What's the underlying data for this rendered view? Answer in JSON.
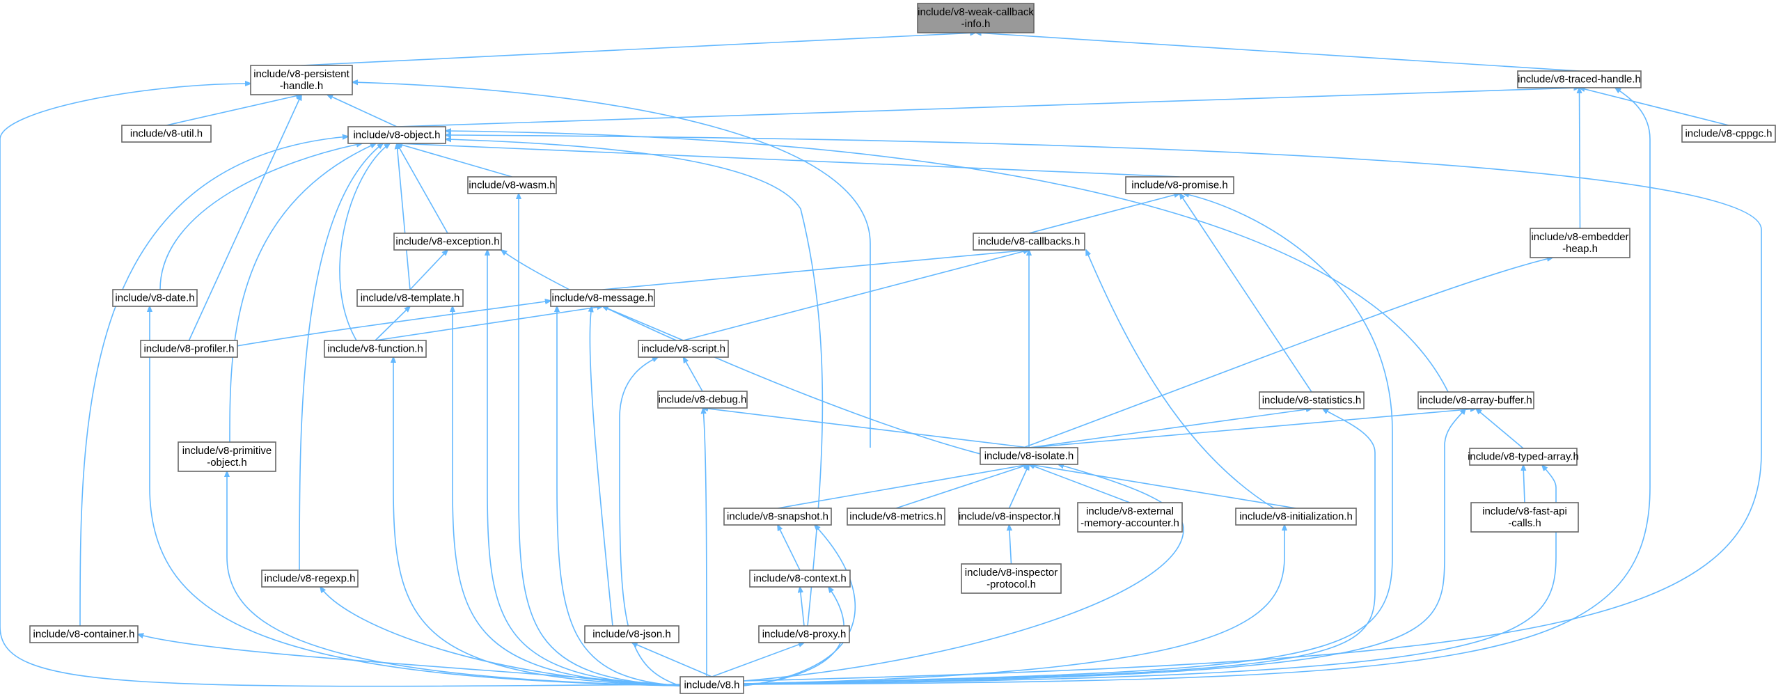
{
  "graph_title": "include/v8-weak-callback-info.h include dependency graph",
  "colors": {
    "edge": "#63b8ff",
    "node_border": "#666666",
    "root_fill": "#999999",
    "node_fill": "#ffffff"
  },
  "nodes": [
    {
      "id": "weak",
      "lines": [
        "include/v8-weak-callback",
        "-info.h"
      ],
      "root": true
    },
    {
      "id": "persistent",
      "lines": [
        "include/v8-persistent",
        "-handle.h"
      ]
    },
    {
      "id": "traced",
      "lines": [
        "include/v8-traced-handle.h"
      ]
    },
    {
      "id": "util",
      "lines": [
        "include/v8-util.h"
      ]
    },
    {
      "id": "object",
      "lines": [
        "include/v8-object.h"
      ]
    },
    {
      "id": "cppgc",
      "lines": [
        "include/v8-cppgc.h"
      ]
    },
    {
      "id": "wasm",
      "lines": [
        "include/v8-wasm.h"
      ]
    },
    {
      "id": "promise",
      "lines": [
        "include/v8-promise.h"
      ]
    },
    {
      "id": "exception",
      "lines": [
        "include/v8-exception.h"
      ]
    },
    {
      "id": "callbacks",
      "lines": [
        "include/v8-callbacks.h"
      ]
    },
    {
      "id": "embedder",
      "lines": [
        "include/v8-embedder",
        "-heap.h"
      ]
    },
    {
      "id": "date",
      "lines": [
        "include/v8-date.h"
      ]
    },
    {
      "id": "template",
      "lines": [
        "include/v8-template.h"
      ]
    },
    {
      "id": "message",
      "lines": [
        "include/v8-message.h"
      ]
    },
    {
      "id": "profiler",
      "lines": [
        "include/v8-profiler.h"
      ]
    },
    {
      "id": "function",
      "lines": [
        "include/v8-function.h"
      ]
    },
    {
      "id": "script",
      "lines": [
        "include/v8-script.h"
      ]
    },
    {
      "id": "debug",
      "lines": [
        "include/v8-debug.h"
      ]
    },
    {
      "id": "statistics",
      "lines": [
        "include/v8-statistics.h"
      ]
    },
    {
      "id": "arraybuffer",
      "lines": [
        "include/v8-array-buffer.h"
      ]
    },
    {
      "id": "primitive",
      "lines": [
        "include/v8-primitive",
        "-object.h"
      ]
    },
    {
      "id": "isolate",
      "lines": [
        "include/v8-isolate.h"
      ]
    },
    {
      "id": "typedarray",
      "lines": [
        "include/v8-typed-array.h"
      ]
    },
    {
      "id": "snapshot",
      "lines": [
        "include/v8-snapshot.h"
      ]
    },
    {
      "id": "metrics",
      "lines": [
        "include/v8-metrics.h"
      ]
    },
    {
      "id": "inspector",
      "lines": [
        "include/v8-inspector.h"
      ]
    },
    {
      "id": "external",
      "lines": [
        "include/v8-external",
        "-memory-accounter.h"
      ]
    },
    {
      "id": "initialization",
      "lines": [
        "include/v8-initialization.h"
      ]
    },
    {
      "id": "fastapi",
      "lines": [
        "include/v8-fast-api",
        "-calls.h"
      ]
    },
    {
      "id": "regexp",
      "lines": [
        "include/v8-regexp.h"
      ]
    },
    {
      "id": "context",
      "lines": [
        "include/v8-context.h"
      ]
    },
    {
      "id": "inspectorprotocol",
      "lines": [
        "include/v8-inspector",
        "-protocol.h"
      ]
    },
    {
      "id": "container",
      "lines": [
        "include/v8-container.h"
      ]
    },
    {
      "id": "json",
      "lines": [
        "include/v8-json.h"
      ]
    },
    {
      "id": "proxy",
      "lines": [
        "include/v8-proxy.h"
      ]
    },
    {
      "id": "v8",
      "lines": [
        "include/v8.h"
      ]
    }
  ],
  "edges": [
    [
      "persistent",
      "weak"
    ],
    [
      "traced",
      "weak"
    ],
    [
      "util",
      "persistent"
    ],
    [
      "object",
      "persistent"
    ],
    [
      "profiler",
      "persistent"
    ],
    [
      "isolate",
      "persistent"
    ],
    [
      "v8",
      "persistent"
    ],
    [
      "object",
      "traced"
    ],
    [
      "cppgc",
      "traced"
    ],
    [
      "embedder",
      "traced"
    ],
    [
      "v8",
      "traced"
    ],
    [
      "wasm",
      "object"
    ],
    [
      "promise",
      "object"
    ],
    [
      "exception",
      "object"
    ],
    [
      "date",
      "object"
    ],
    [
      "template",
      "object"
    ],
    [
      "function",
      "object"
    ],
    [
      "primitive",
      "object"
    ],
    [
      "regexp",
      "object"
    ],
    [
      "container",
      "object"
    ],
    [
      "arraybuffer",
      "object"
    ],
    [
      "proxy",
      "object"
    ],
    [
      "v8",
      "object"
    ],
    [
      "v8",
      "wasm"
    ],
    [
      "callbacks",
      "promise"
    ],
    [
      "statistics",
      "promise"
    ],
    [
      "v8",
      "promise"
    ],
    [
      "template",
      "exception"
    ],
    [
      "isolate",
      "exception"
    ],
    [
      "v8",
      "exception"
    ],
    [
      "message",
      "callbacks"
    ],
    [
      "script",
      "callbacks"
    ],
    [
      "isolate",
      "callbacks"
    ],
    [
      "initialization",
      "callbacks"
    ],
    [
      "isolate",
      "embedder"
    ],
    [
      "v8",
      "date"
    ],
    [
      "function",
      "template"
    ],
    [
      "v8",
      "template"
    ],
    [
      "profiler",
      "message"
    ],
    [
      "function",
      "message"
    ],
    [
      "script",
      "message"
    ],
    [
      "json",
      "message"
    ],
    [
      "v8",
      "message"
    ],
    [
      "v8",
      "function"
    ],
    [
      "debug",
      "script"
    ],
    [
      "v8",
      "script"
    ],
    [
      "isolate",
      "debug"
    ],
    [
      "v8",
      "debug"
    ],
    [
      "isolate",
      "statistics"
    ],
    [
      "v8",
      "statistics"
    ],
    [
      "isolate",
      "arraybuffer"
    ],
    [
      "typedarray",
      "arraybuffer"
    ],
    [
      "v8",
      "arraybuffer"
    ],
    [
      "v8",
      "primitive"
    ],
    [
      "snapshot",
      "isolate"
    ],
    [
      "metrics",
      "isolate"
    ],
    [
      "inspector",
      "isolate"
    ],
    [
      "external",
      "isolate"
    ],
    [
      "initialization",
      "isolate"
    ],
    [
      "v8",
      "isolate"
    ],
    [
      "fastapi",
      "typedarray"
    ],
    [
      "v8",
      "typedarray"
    ],
    [
      "context",
      "snapshot"
    ],
    [
      "v8",
      "snapshot"
    ],
    [
      "inspectorprotocol",
      "inspector"
    ],
    [
      "v8",
      "initialization"
    ],
    [
      "v8",
      "regexp"
    ],
    [
      "proxy",
      "context"
    ],
    [
      "v8",
      "context"
    ],
    [
      "v8",
      "container"
    ],
    [
      "v8",
      "json"
    ],
    [
      "v8",
      "proxy"
    ]
  ]
}
